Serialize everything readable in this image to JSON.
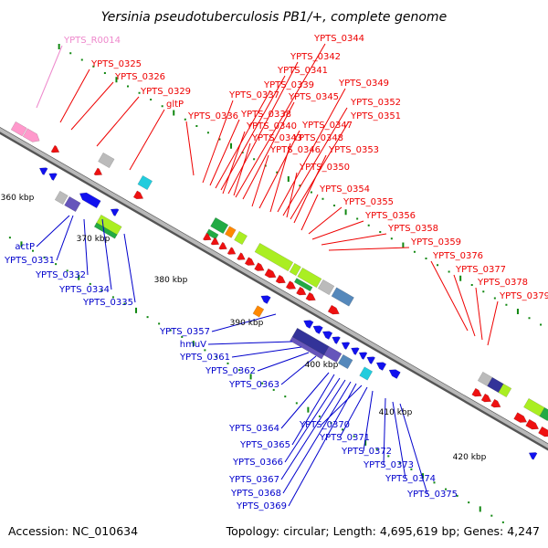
{
  "title": "Yersinia pseudotuberculosis PB1/+, complete genome",
  "accession": "Accession: NC_010634",
  "topology": "Topology: circular; Length: 4,695,619 bp; Genes: 4,247",
  "colors": {
    "forward_label": "#ee0000",
    "reverse_label": "#0000cc",
    "rna_label": "#ee88cc",
    "backbone": "#888888",
    "tick": "#118811"
  },
  "kbp_ticks": [
    "360 kbp",
    "370 kbp",
    "380 kbp",
    "390 kbp",
    "400 kbp",
    "410 kbp",
    "420 kbp"
  ],
  "rna_labels": [
    "YPTS_R0014"
  ],
  "forward_labels": [
    "YPTS_0325",
    "YPTS_0326",
    "YPTS_0329",
    "gltP",
    "YPTS_0336",
    "YPTS_0337",
    "YPTS_0338",
    "YPTS_0339",
    "YPTS_0340",
    "YPTS_0341",
    "YPTS_0342",
    "YPTS_0343",
    "YPTS_0344",
    "YPTS_0345",
    "YPTS_0346",
    "YPTS_0347",
    "YPTS_0348",
    "YPTS_0349",
    "YPTS_0350",
    "YPTS_0351",
    "YPTS_0352",
    "YPTS_0353",
    "YPTS_0354",
    "YPTS_0355",
    "YPTS_0356",
    "YPTS_0358",
    "YPTS_0359",
    "YPTS_0376",
    "YPTS_0377",
    "YPTS_0378",
    "YPTS_0379"
  ],
  "reverse_labels": [
    "actP",
    "YPTS_0331",
    "YPTS_0332",
    "YPTS_0334",
    "YPTS_0335",
    "YPTS_0357",
    "hmuV",
    "YPTS_0361",
    "YPTS_0362",
    "YPTS_0363",
    "YPTS_0364",
    "YPTS_0365",
    "YPTS_0366",
    "YPTS_0367",
    "YPTS_0368",
    "YPTS_0369",
    "YPTS_0370",
    "YPTS_0371",
    "YPTS_0372",
    "YPTS_0373",
    "YPTS_0374",
    "YPTS_0375"
  ]
}
